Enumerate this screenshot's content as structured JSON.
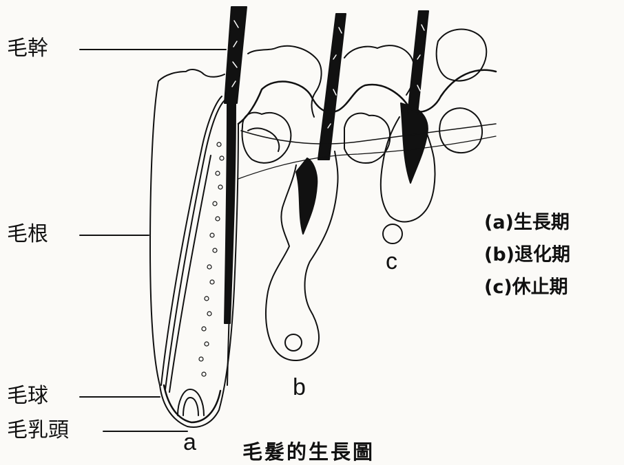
{
  "labels": {
    "hair_shaft": "毛幹",
    "hair_root": "毛根",
    "hair_bulb": "毛球",
    "dermal_papilla": "毛乳頭"
  },
  "stage_letters": {
    "a": "a",
    "b": "b",
    "c": "c"
  },
  "legend": [
    "(a)生長期",
    "(b)退化期",
    "(c)休止期"
  ],
  "title": "毛髮的生長圖"
}
